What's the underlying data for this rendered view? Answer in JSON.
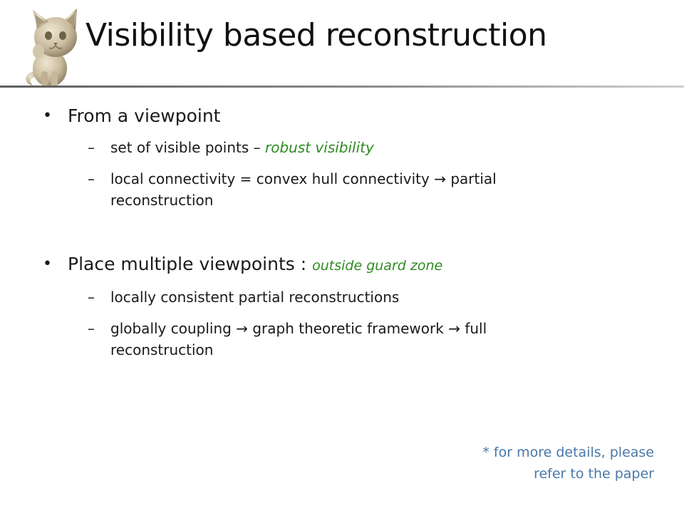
{
  "slide": {
    "title": "Visibility based reconstruction",
    "bullets": [
      {
        "text": "From a viewpoint",
        "sub": [
          {
            "text": "set of visible points – ",
            "emphasis": "robust visibility"
          },
          {
            "line1": "local connectivity = convex hull connectivity",
            "arrow": "→",
            "line1_end": "partial",
            "line2": "reconstruction"
          }
        ]
      },
      {
        "text": "Place multiple viewpoints : ",
        "emphasis": "outside guard zone",
        "sub": [
          {
            "text": "locally consistent partial reconstructions"
          },
          {
            "part1": "globally coupling",
            "arrow": "→",
            "part2": "graph theoretic framework",
            "arrow2": "→",
            "part3": "full",
            "line2": "reconstruction"
          }
        ]
      }
    ],
    "bullet_glyph": "•",
    "dash_glyph": "–",
    "note": {
      "line1": "* for more details, please",
      "line2": "refer to the paper"
    }
  },
  "colors": {
    "accent_green": "#2e8b22",
    "note_blue": "#4a78a8"
  },
  "icons": {
    "logo": "kitten-figurine-icon"
  }
}
